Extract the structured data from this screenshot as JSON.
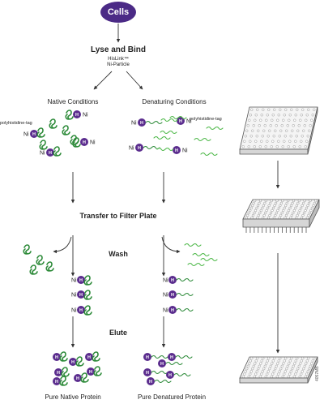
{
  "colors": {
    "resin": "#5b2d8e",
    "protein_native": "#2e8b3a",
    "protein_denatured": "#4db848",
    "arrow": "#333333",
    "plate": "#555555"
  },
  "labels": {
    "cells": "Cells",
    "lyse_bind": "Lyse and Bind",
    "reagent_line1": "HisLink™",
    "reagent_line2": "Ni-Particle",
    "native_conditions": "Native Conditions",
    "denaturing_conditions": "Denaturing Conditions",
    "tag_native": "polyhistidine-tag",
    "tag_denatured": "polyhistidine-tag",
    "transfer": "Transfer to Filter Plate",
    "wash": "Wash",
    "elute": "Elute",
    "pure_native": "Pure Native Protein",
    "pure_denatured": "Pure Denatured Protein",
    "ni": "Ni",
    "h": "H",
    "figure_code": "4057MB"
  },
  "icons": {
    "resin_bead": "purple-bead-icon",
    "native_protein": "folded-protein-icon",
    "denatured_protein": "unfolded-protein-icon",
    "plate": "96-well-plate-icon"
  }
}
